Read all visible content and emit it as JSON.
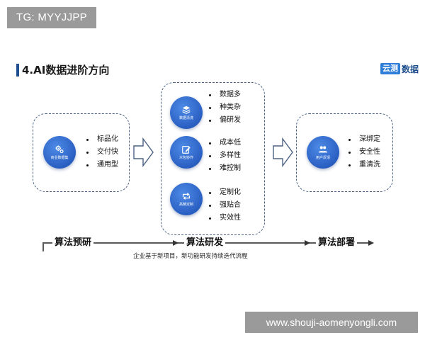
{
  "watermarks": {
    "top": "TG: MYYJJPP",
    "bottom": "www.shouji-aomenyongli.com"
  },
  "header": {
    "title": "4.AI数据进阶方向"
  },
  "brand": {
    "box": "云测",
    "text": "数据"
  },
  "colors": {
    "accent": "#2a5fc2",
    "border": "#4b6282",
    "title_bar": "#1f4f8f"
  },
  "left_panel": {
    "icon": "gears-icon",
    "label": "商业数据集",
    "items": [
      "标品化",
      "交付快",
      "通用型"
    ]
  },
  "middle_panel": {
    "groups": [
      {
        "icon": "layers-icon",
        "label": "数据清洗",
        "items": [
          "数据多",
          "种类杂",
          "偏研发"
        ]
      },
      {
        "icon": "edit-icon",
        "label": "众包协作",
        "items": [
          "成本低",
          "多样性",
          "难控制"
        ]
      },
      {
        "icon": "refresh-icon",
        "label": "高精定制",
        "items": [
          "定制化",
          "强贴合",
          "实效性"
        ]
      }
    ]
  },
  "right_panel": {
    "icon": "users-icon",
    "label": "用户反馈",
    "items": [
      "深绑定",
      "安全性",
      "重清洗"
    ]
  },
  "flow": {
    "stages": [
      "算法预研",
      "算法研发",
      "算法部署"
    ],
    "note": "企业基于新项目，新功能研发持续迭代流程"
  }
}
